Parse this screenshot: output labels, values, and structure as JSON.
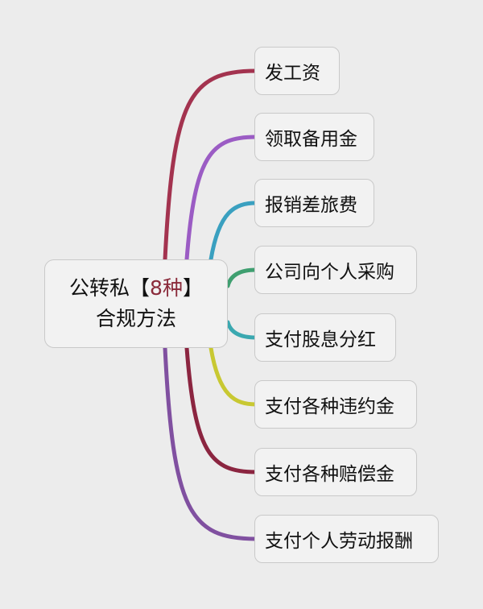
{
  "center": {
    "prefix": "公转私【",
    "highlight": "8种",
    "suffix": "】",
    "line2": "合规方法",
    "highlight_color": "#8a2a3a"
  },
  "items": [
    {
      "label": "发工资",
      "color": "#a3334f"
    },
    {
      "label": "领取备用金",
      "color": "#9b5cc4"
    },
    {
      "label": "报销差旅费",
      "color": "#3aa0c0"
    },
    {
      "label": "公司向个人采购",
      "color": "#3f9f70"
    },
    {
      "label": "支付股息分红",
      "color": "#3aa8b0"
    },
    {
      "label": "支付各种违约金",
      "color": "#c8c832"
    },
    {
      "label": "支付各种赔偿金",
      "color": "#8b2540"
    },
    {
      "label": "支付个人劳动报酬",
      "color": "#8050a0"
    }
  ]
}
